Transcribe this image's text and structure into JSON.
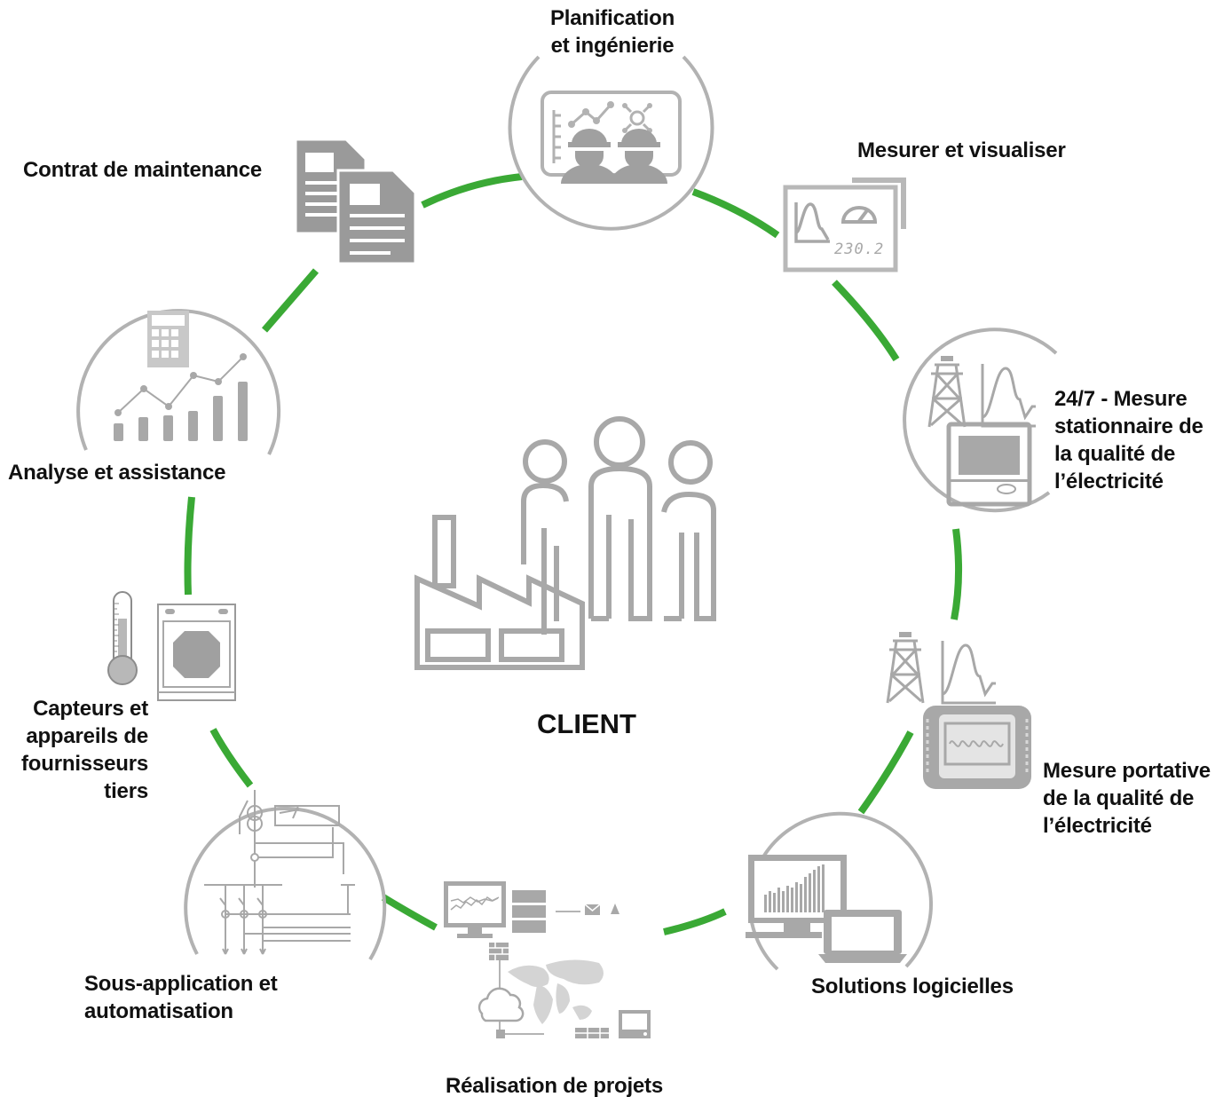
{
  "colors": {
    "ring": "#3aa935",
    "icon": "#a6a6a6",
    "icon_dark": "#8c8c8c",
    "icon_light": "#d0d0d0",
    "text": "#111111"
  },
  "center": {
    "label": "CLIENT",
    "icon": "factory-and-people-icon"
  },
  "nodes": [
    {
      "label": "Planification\net ingénierie",
      "icon": "engineers-board-icon"
    },
    {
      "label": "Mesurer et visualiser",
      "icon": "meter-display-icon",
      "readout": "230.2"
    },
    {
      "label": "24/7 - Mesure\nstationnaire de\nla qualité de\nl’électricité",
      "icon": "stationary-analyzer-icon"
    },
    {
      "label": "Mesure portative\nde la qualité de\nl’électricité",
      "icon": "portable-analyzer-icon"
    },
    {
      "label": "Solutions logicielles",
      "icon": "software-screens-icon"
    },
    {
      "label": "Réalisation de projets",
      "icon": "network-project-icon"
    },
    {
      "label": "Sous-application et\nautomatisation",
      "icon": "substation-diagram-icon"
    },
    {
      "label": "Capteurs et\nappareils de\nfournisseurs\ntiers",
      "icon": "sensors-icon"
    },
    {
      "label": "Analyse et assistance",
      "icon": "analysis-chart-icon"
    },
    {
      "label": "Contrat de maintenance",
      "icon": "contract-documents-icon"
    }
  ]
}
